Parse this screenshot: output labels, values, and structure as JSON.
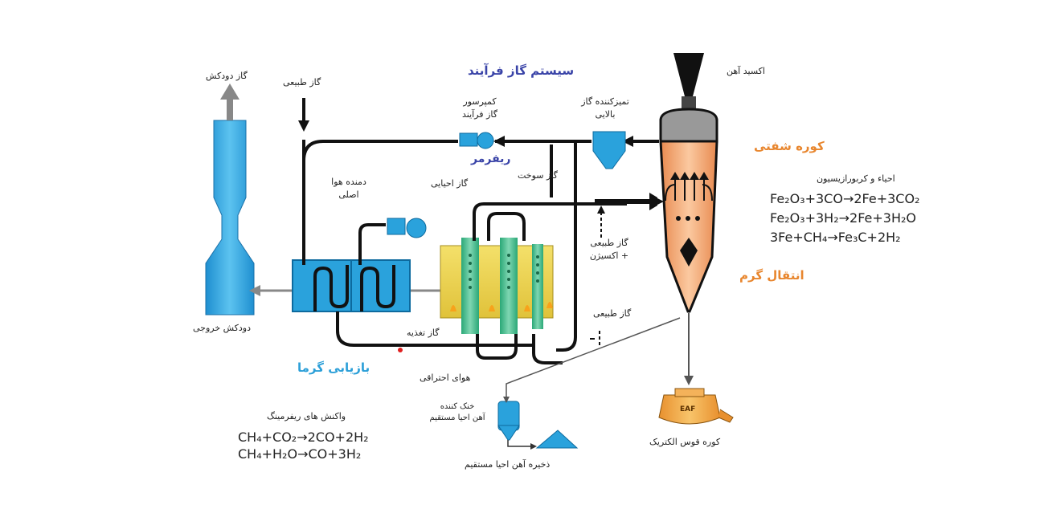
{
  "titles": {
    "process_gas_system": "سیستم گاز فرآیند",
    "reformer": "ریفرمر",
    "shaft_furnace": "کوره شفتی",
    "heat_transfer": "انتقال گرم",
    "heat_recovery": "بازیابی گرما"
  },
  "labels": {
    "iron_oxide": "اکسید آهن",
    "flue_gas": "گاز دودکش",
    "natural_gas_top": "گاز طبیعی",
    "process_gas_compressor_1": "کمپرسور",
    "process_gas_compressor_2": "گاز فرآیند",
    "top_gas_scrubber_1": "تمیزکننده گاز",
    "top_gas_scrubber_2": "بالایی",
    "main_air_blower_1": "دمنده هوا",
    "main_air_blower_2": "اصلی",
    "reducing_gas": "گاز احیایی",
    "fuel_gas": "گاز سوخت",
    "natural_gas_oxygen_1": "گاز طبیعی",
    "natural_gas_oxygen_2": "+ اکسیژن",
    "natural_gas_bottom": "گاز طبیعی",
    "feed_gas": "گاز تغذیه",
    "combustion_air": "هوای احتراقی",
    "stack_exit": "دودکش خروجی",
    "dri_cooler_1": "خنک کننده",
    "dri_cooler_2": "آهن احیا مستقیم",
    "dri_storage": "ذخیره آهن احیا مستقیم",
    "eaf_label": "کوره قوس الکتریک",
    "eaf_badge": "EAF",
    "reduction_title": "احیاء و کربورازیسیون",
    "reforming_title": "واکنش های ریفرمینگ"
  },
  "equations": {
    "reduction": [
      "Fe₂O₃+3CO→2Fe+3CO₂",
      "Fe₂O₃+3H₂→2Fe+3H₂O",
      "3Fe+CH₄→Fe₃C+2H₂"
    ],
    "reforming": [
      "CH₄+CO₂→2CO+2H₂",
      "CH₄+H₂O→CO+3H₂"
    ]
  },
  "colors": {
    "blue_text": "#3a44a8",
    "orange_text": "#e8862e",
    "cyan_text": "#2b9fd8",
    "equipment_blue": "#29a8e0",
    "furnace_orange": "#f4a06a",
    "reformer_green": "#3db88a"
  }
}
